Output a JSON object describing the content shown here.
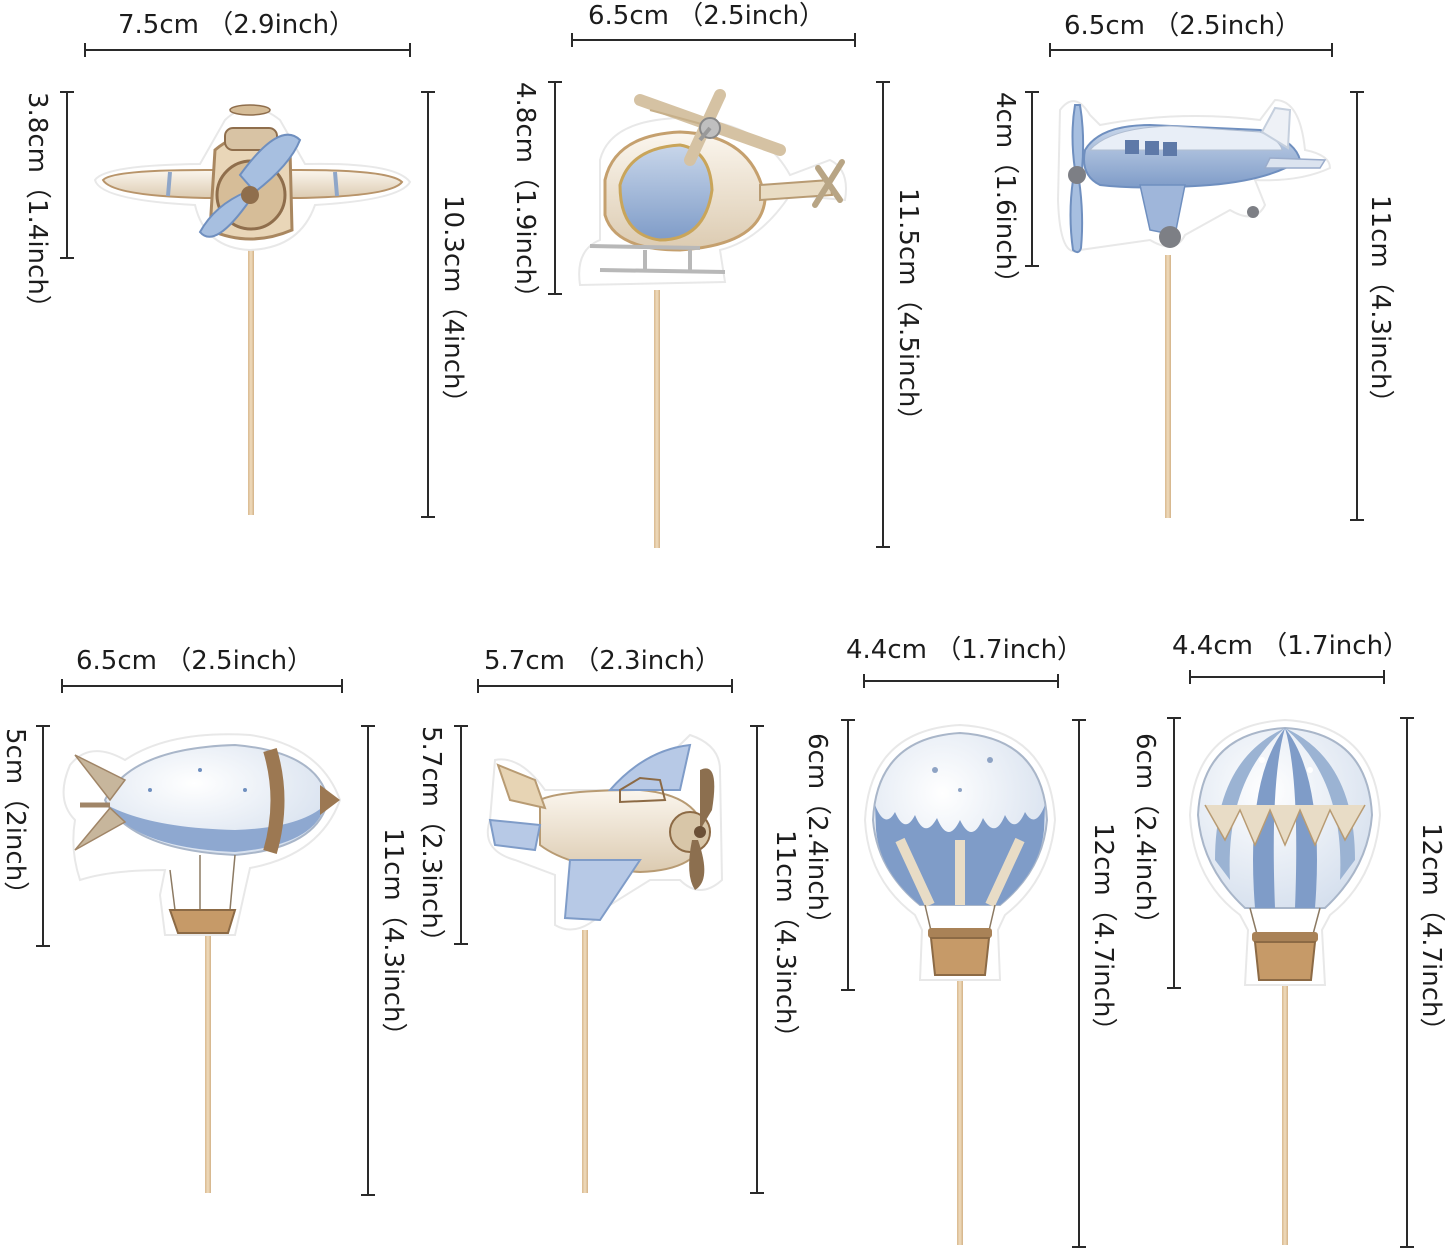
{
  "toppers": [
    {
      "name": "propeller-plane",
      "width_label": "7.5cm （2.9inch）",
      "picture_height_label": "3.8cm（1.4inch）",
      "total_height_label": "10.3cm（4inch）"
    },
    {
      "name": "helicopter",
      "width_label": "6.5cm （2.5inch）",
      "picture_height_label": "4.8cm（1.9inch）",
      "total_height_label": "11.5cm（4.5inch）"
    },
    {
      "name": "biplane",
      "width_label": "6.5cm （2.5inch）",
      "picture_height_label": "4cm（1.6inch）",
      "total_height_label": "11cm（4.3inch）"
    },
    {
      "name": "airship",
      "width_label": "6.5cm （2.5inch）",
      "picture_height_label": "5cm（2inch）",
      "total_height_label": "11cm（4.3inch）"
    },
    {
      "name": "cartoon-plane",
      "width_label": "5.7cm （2.3inch）",
      "picture_height_label": "5.7cm（2.3inch）",
      "total_height_label": "11cm（4.3inch）"
    },
    {
      "name": "hot-air-balloon-scalloped",
      "width_label": "4.4cm （1.7inch）",
      "picture_height_label": "6cm（2.4inch）",
      "total_height_label": "12cm（4.7inch）"
    },
    {
      "name": "hot-air-balloon-striped",
      "width_label": "4.4cm （1.7inch）",
      "picture_height_label": "6cm（2.4inch）",
      "total_height_label": "12cm（4.7inch）"
    }
  ],
  "colors": {
    "dusty_blue": "#9bb3d3",
    "deep_blue": "#6f8fbf",
    "cream": "#f0e6d3",
    "tan": "#c9a77e",
    "brown": "#9c7852",
    "stick": "#e6c9a3",
    "dimension_line": "#2a2a2a"
  }
}
